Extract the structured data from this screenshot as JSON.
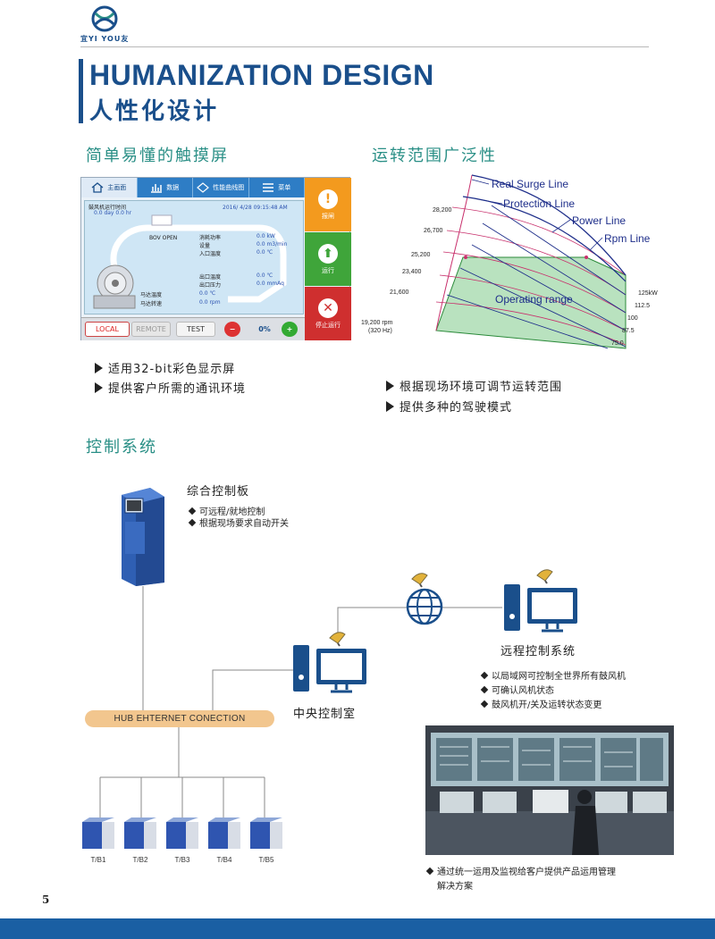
{
  "brand": {
    "name": "宜YI YOU友"
  },
  "title": {
    "en": "HUMANIZATION DESIGN",
    "cn": "人性化设计"
  },
  "sections": {
    "touch_screen": {
      "heading": "简单易懂的触摸屏",
      "bullets": [
        "适用32-bit彩色显示屏",
        "提供客户所需的通讯环境"
      ]
    },
    "operating_range": {
      "heading": "运转范围广泛性",
      "bullets": [
        "根据现场环境可调节运转范围",
        "提供多种的驾驶模式"
      ]
    },
    "control_system": {
      "heading": "控制系统"
    }
  },
  "hmi": {
    "tabs": [
      {
        "label": "主画面",
        "icon": "home-icon"
      },
      {
        "label": "数据",
        "icon": "bar-chart-icon"
      },
      {
        "label": "性能曲线图",
        "icon": "curve-icon"
      },
      {
        "label": "菜单",
        "icon": "menu-icon"
      }
    ],
    "runtime_label": "鼓风机运行时间",
    "runtime_value": "0.0 day   0.0 hr",
    "datetime": "2016/ 4/28 09:15:48 AM",
    "bov_label": "BOV OPEN",
    "readings": [
      {
        "label": "消耗功率",
        "value": "0.0 kW"
      },
      {
        "label": "设量",
        "value": "0.0 m3/min"
      },
      {
        "label": "入口温度",
        "value": "0.0 ℃"
      },
      {
        "label": "出口温度",
        "value": "0.0 ℃"
      },
      {
        "label": "出口压力",
        "value": "0.0 mmAq"
      },
      {
        "label": "马达温度",
        "value": "0.0 ℃"
      },
      {
        "label": "马达转速",
        "value": "0.0 rpm"
      }
    ],
    "side_buttons": [
      {
        "label": "报闸",
        "symbol": "!",
        "color": "#f39a1e"
      },
      {
        "label": "运行",
        "symbol": "⬆",
        "color": "#3fa53a"
      },
      {
        "label": "停止运行",
        "symbol": "✕",
        "color": "#cf2f2f"
      }
    ],
    "bottom": {
      "local": "LOCAL",
      "remote": "REMOTE",
      "test": "TEST",
      "percent": "0%"
    }
  },
  "chart_data": {
    "type": "line",
    "title": "",
    "line_labels": [
      "Real Surge Line",
      "Protection Line",
      "Power Line",
      "Rpm Line"
    ],
    "region_label": "Operating range",
    "rpm_ticks": [
      "28,200",
      "26,700",
      "25,200",
      "23,400",
      "21,600",
      "19,200 rpm",
      "(320 Hz)"
    ],
    "power_ticks": [
      "125kW",
      "112.5",
      "100",
      "87.5",
      "75.0"
    ],
    "grid": false
  },
  "control": {
    "panel": {
      "title": "综合控制板",
      "bullets": [
        "可远程/就地控制",
        "根据现场要求自动开关"
      ]
    },
    "remote": {
      "title": "远程控制系统",
      "bullets": [
        "以局域网可控制全世界所有鼓风机",
        "可确认风机状态",
        "鼓风机开/关及运转状态变更"
      ]
    },
    "central_room": "中央控制室",
    "hub": "HUB EHTERNET CONECTION",
    "blowers": [
      "T/B1",
      "T/B2",
      "T/B3",
      "T/B4",
      "T/B5"
    ],
    "photo_caption": [
      "通过统一运用及监视给客户提供产品运用管理",
      "解决方案"
    ]
  },
  "page_number": "5",
  "colors": {
    "brand_blue": "#1a4f8b",
    "teal": "#2a8f86",
    "hub": "#f2c68e",
    "footer": "#1a5fa3"
  }
}
